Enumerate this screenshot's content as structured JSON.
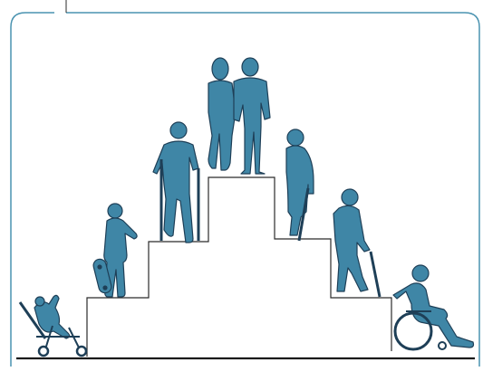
{
  "colors": {
    "figure": "#3f86a6",
    "figure_outline": "#1e3f57",
    "frame": "#4a93b0",
    "steps": "#2b2b2b",
    "background": "#ffffff"
  },
  "figures": [
    {
      "name": "child-in-stroller",
      "icon": "stroller-child-icon"
    },
    {
      "name": "child-with-skateboard",
      "icon": "skateboard-child-icon"
    },
    {
      "name": "person-on-crutches",
      "icon": "crutches-person-icon"
    },
    {
      "name": "adult-couple",
      "icon": "couple-icon"
    },
    {
      "name": "elderly-woman-with-cane",
      "icon": "elderly-woman-cane-icon"
    },
    {
      "name": "elderly-man-with-cane",
      "icon": "elderly-man-cane-icon"
    },
    {
      "name": "wheelchair-user",
      "icon": "wheelchair-user-icon"
    }
  ]
}
